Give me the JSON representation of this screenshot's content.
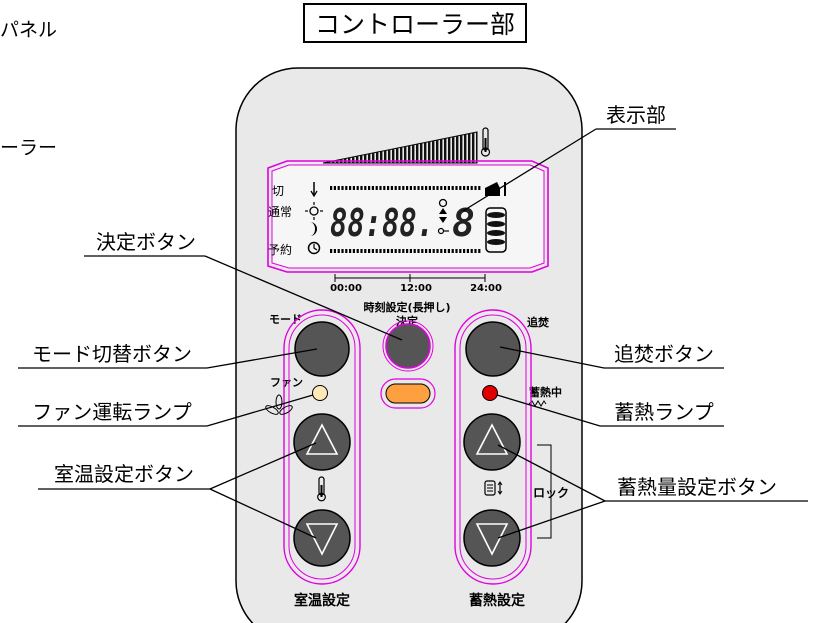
{
  "header": {
    "left_fragment_top": "パネル",
    "left_fragment_mid": "ーラー",
    "title": "コントローラー部"
  },
  "callouts": {
    "display": "表示部",
    "confirm_button": "決定ボタン",
    "mode_button": "モード切替ボタン",
    "fan_lamp": "ファン運転ランプ",
    "room_temp_buttons": "室温設定ボタン",
    "boost_button": "追焚ボタン",
    "storage_lamp": "蓄熱ランプ",
    "storage_amount_buttons": "蓄熱量設定ボタン"
  },
  "lcd": {
    "label_off": "切",
    "label_normal": "通常",
    "label_reserve": "予約",
    "digits": "88:88.",
    "digit_right": "8",
    "time_ticks": [
      "00:00",
      "12:00",
      "24:00"
    ]
  },
  "panel": {
    "label_mode": "モード",
    "label_time_set": "時刻設定(長押し)",
    "label_confirm": "決定",
    "label_boost": "追焚",
    "label_fan": "ファン",
    "label_storing": "蓄熱中",
    "label_lock": "ロック",
    "label_room_temp": "室温設定",
    "label_storage": "蓄熱設定"
  },
  "colors": {
    "outline_accent": "#e000e0",
    "panel_fill": "#e9e9e9",
    "button_fill": "#555555",
    "fan_lamp": "#fde9b8",
    "storage_lamp": "#e00000",
    "confirm_lamp": "#ffa040"
  }
}
